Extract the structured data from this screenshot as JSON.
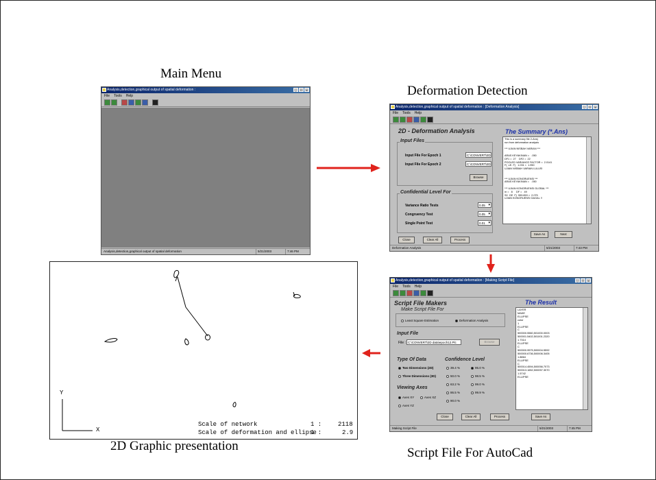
{
  "captions": {
    "main_menu": "Main Menu",
    "deformation_detection": "Deformation Detection",
    "graphic": "2D Graphic presentation",
    "script_file": "Script File For AutoCad"
  },
  "main_window": {
    "title": "Analysis,detection,graphical output of spatial deformation :",
    "menu": [
      "File",
      "Tools",
      "Help"
    ],
    "status": "Analysis,detection,graphical output of spatial deformation",
    "date": "5/21/2003",
    "time": "7:46 PM"
  },
  "deform_window": {
    "title": "Analysis,detection,graphical output of spatial deformation :      [Deformation Analysis]",
    "menu": [
      "File",
      "Tools",
      "Help"
    ],
    "heading": "2D - Deformation Analysis",
    "input_files_label": "Input Files",
    "epoch1_label": "Input File For Epoch 1",
    "epoch1_value": "C:\\CONVERT\\2D",
    "epoch2_label": "Input File For Epoch 2",
    "epoch2_value": "C:\\CONVERT\\2D",
    "browse": "Browse",
    "conf_label": "Confidential Level For",
    "variance_label": "Variance Ratio Tests",
    "variance_value": "0.05",
    "congruency_label": "Congruency Test",
    "congruency_value": "0.05",
    "single_label": "Single Point Test",
    "single_value": "0.01",
    "close": "Close",
    "clear_all": "Clear All",
    "process": "Process",
    "summary_title": "The Summary (*.Ans)",
    "summary_text": "This is a summary file 2-Ans)\nrun from deformation analysis\n\n*** UJIAN NISBAH VARIAN ***\n\nARAS KEYAKINAN =   .050\nDF1 =  27    DF2 =  22\nPOOLED VARIANCE FACTOR =  2.0141\nF( .LE. F)   1.031 <  1.950\nUJIAN NISBAH VARIAN LULUS!\n\n\n*** UJIAN KONGRUENSI ***\nARAS KEYAKINAN =   .050\n\n*** UJIAN KONGRUENSI GLOBAL ***\nm =   8     DF =   49\nS0  GE  F)  559.853 >  2.075\nUJIAN KONGRUENSI GAGAL !!",
    "save_as": "Save As",
    "next": "Next",
    "status": "Deformation Analysis",
    "date": "5/21/2003",
    "time": "7:43 PM"
  },
  "script_window": {
    "title": "Analysis,detection,graphical output of spatial deformation :      [Making Script File]",
    "menu": [
      "File",
      "Tools",
      "Help"
    ],
    "heading": "Script File Makers",
    "make_label": "Make Script File For",
    "opt_lse": "Least Square Estimation",
    "opt_def": "Deformation Analysis",
    "input_file_label": "Input File",
    "file_label": "File :",
    "file_value": "C:\\CONVERT\\2D data\\epoch12.Plc",
    "browse": "Browse",
    "type_label": "Type Of Data",
    "type_2d": "Two Dimensions (2D)",
    "type_3d": "Three Dimensions (3D)",
    "conf_label": "Confidence Level",
    "conf_options": [
      "39.4 %",
      "95.0 %",
      "50.0 %",
      "98.5 %",
      "63.2 %",
      "99.0 %",
      "86.5 %",
      "99.9 %",
      "90.0 %"
    ],
    "axes_label": "Viewing Axes",
    "axes_xy": "Axes XY",
    "axes_xz": "Axes XZ",
    "axes_yz": "Axes YZ",
    "result_title": "The Result",
    "result_text": "LAYER\nMAKE\nELLIPSE\ncolor\n1\nELLIPSE\nC\n500000.5560,501000.0003\n500001.5402,501001.2320\n1.7314\nELLIPSE\nC\n500000.9575,500004.5592\n500000.6736,500006.3405\n1.8864\nELLIPSE\nC\n500014.4594,500056.7073\n500013.1652,500057.3070\n1.5742\nELLIPSE",
    "close": "Close",
    "clear_all": "Clear All",
    "process": "Process",
    "save_as": "Save As",
    "status": "Making Script File",
    "date": "5/21/2003",
    "time": "7:45 PM"
  },
  "graphic": {
    "y_axis": "Y",
    "x_axis": "X",
    "scale_network_label": "Scale of network",
    "scale_network_ratio": "1 :",
    "scale_network_value": "2118",
    "scale_deform_label": "Scale of deformation and ellipse",
    "scale_deform_ratio": "1 :",
    "scale_deform_value": "2.9"
  },
  "colors": {
    "arrow": "#e0231c",
    "titlebar": "#0a246a",
    "desktop": "#808080",
    "dialog": "#c0c0c0"
  }
}
